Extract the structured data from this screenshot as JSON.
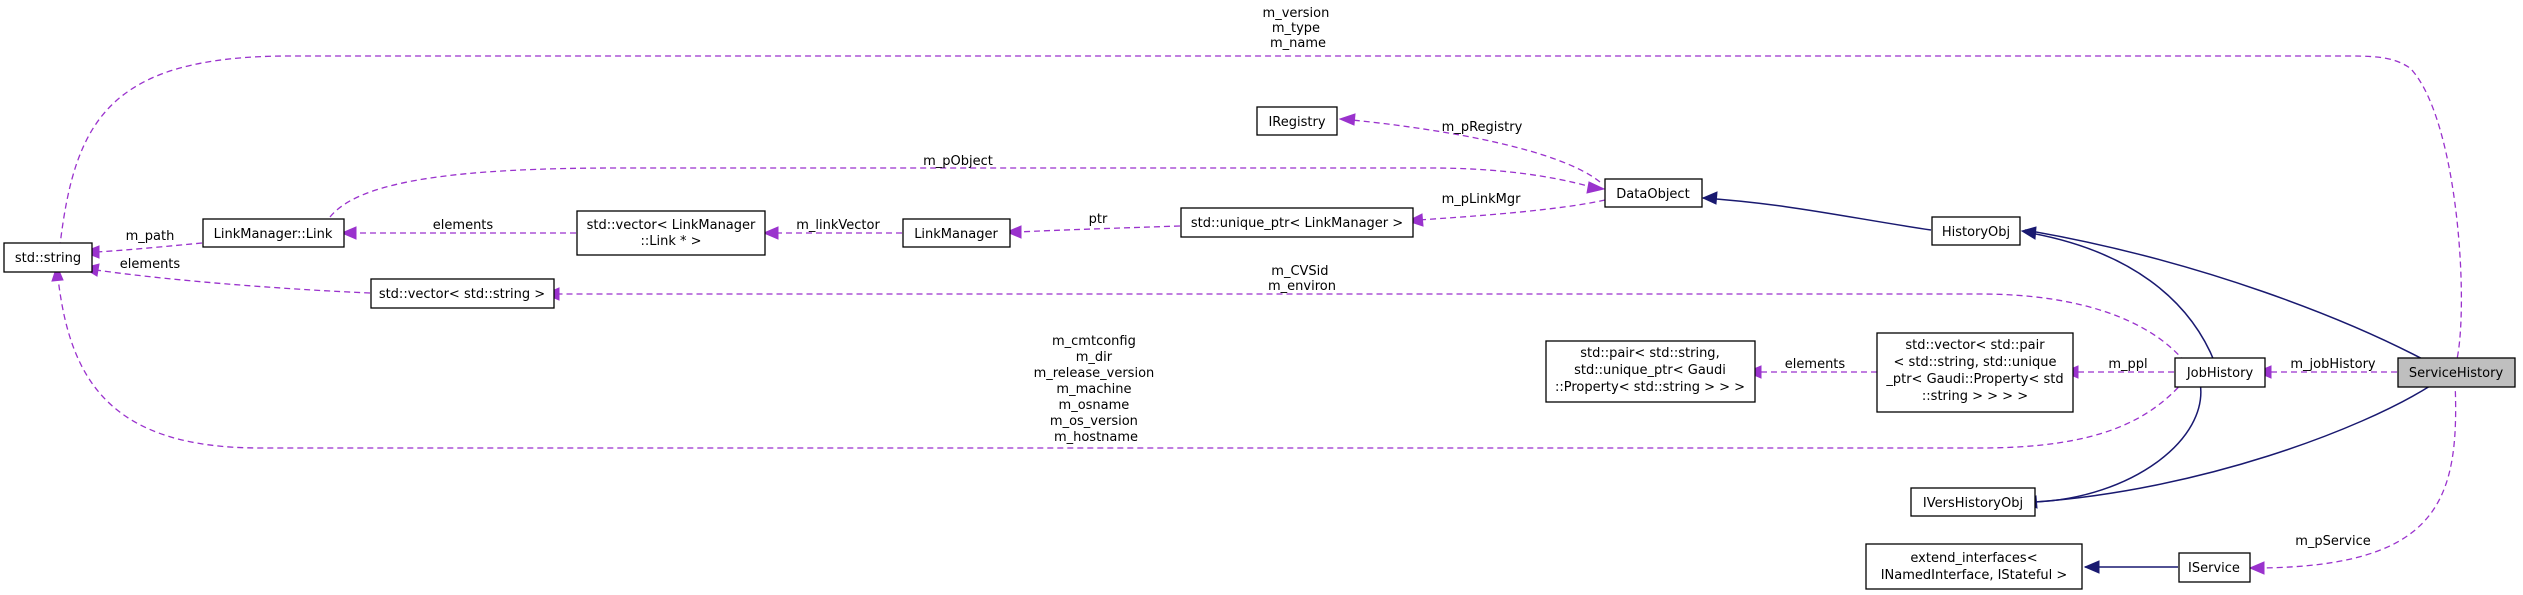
{
  "nodes": {
    "std_string": [
      "std::string"
    ],
    "ilink": [
      "LinkManager::Link"
    ],
    "vec_link": [
      "std::vector< LinkManager",
      "::Link * >"
    ],
    "linkmanager": [
      "LinkManager"
    ],
    "uptr_lm": [
      "std::unique_ptr< LinkManager >"
    ],
    "iregistry": [
      "IRegistry"
    ],
    "dataobject": [
      "DataObject"
    ],
    "vec_string": [
      "std::vector< std::string >"
    ],
    "historyobj": [
      "HistoryObj"
    ],
    "pair": [
      "std::pair< std::string,",
      "std::unique_ptr< Gaudi",
      "::Property< std::string > > >"
    ],
    "vec_pair": [
      "std::vector< std::pair",
      "< std::string, std::unique",
      "_ptr< Gaudi::Property< std",
      "::string > > > >"
    ],
    "jobhistory": [
      "JobHistory"
    ],
    "serviceh": [
      "ServiceHistory"
    ],
    "ivers": [
      "IVersHistoryObj"
    ],
    "extend": [
      "extend_interfaces<",
      "INamedInterface, IStateful >"
    ],
    "iservice": [
      "IService"
    ]
  },
  "edge_labels": {
    "top_members": [
      "m_version",
      "m_type",
      "m_name"
    ],
    "m_pRegistry": [
      "m_pRegistry"
    ],
    "m_pObject": [
      "m_pObject"
    ],
    "m_path": [
      "m_path"
    ],
    "elements_link": [
      "elements"
    ],
    "m_linkVector": [
      "m_linkVector"
    ],
    "ptr": [
      "ptr"
    ],
    "m_pLinkMgr": [
      "m_pLinkMgr"
    ],
    "elements_str": [
      "elements"
    ],
    "cvs_environ": [
      "m_CVSid",
      "m_environ"
    ],
    "bottom_members": [
      "m_cmtconfig",
      "m_dir",
      "m_release_version",
      "m_machine",
      "m_osname",
      "m_os_version",
      "m_hostname"
    ],
    "elements_pair": [
      "elements"
    ],
    "m_ppl": [
      "m_ppl"
    ],
    "m_jobHistory": [
      "m_jobHistory"
    ],
    "m_pService": [
      "m_pService"
    ]
  },
  "colors": {
    "usage_edge": "#9a32cd",
    "inheritance_edge": "#191970",
    "highlight_node": "#bfbfbf"
  }
}
